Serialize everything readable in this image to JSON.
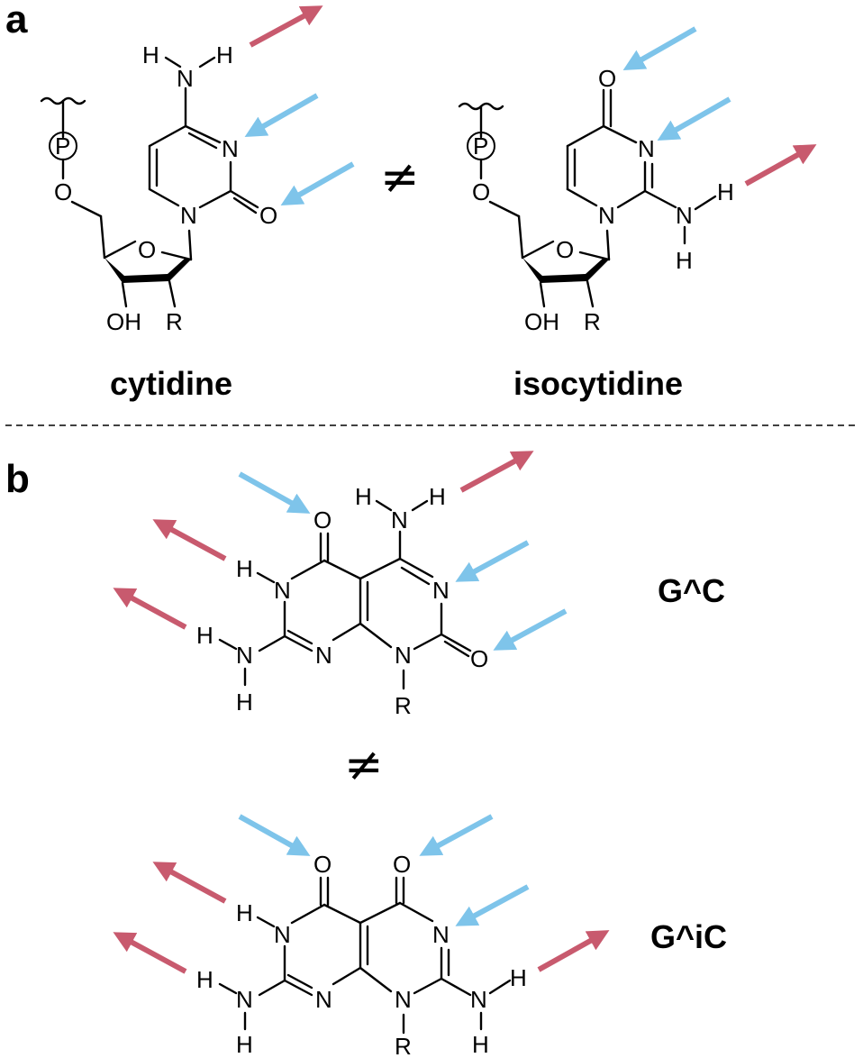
{
  "panels": {
    "a": "a",
    "b": "b"
  },
  "names": {
    "cytidine": "cytidine",
    "isocytidine": "isocytidine",
    "gc": "G^C",
    "gic": "G^iC"
  },
  "not_equal": "≠",
  "atoms": {
    "H": "H",
    "N": "N",
    "O": "O",
    "R": "R",
    "OH": "OH",
    "P": "P"
  },
  "colors": {
    "donor": "#c85a6e",
    "acceptor": "#7ec4ea",
    "ink": "#000000"
  }
}
